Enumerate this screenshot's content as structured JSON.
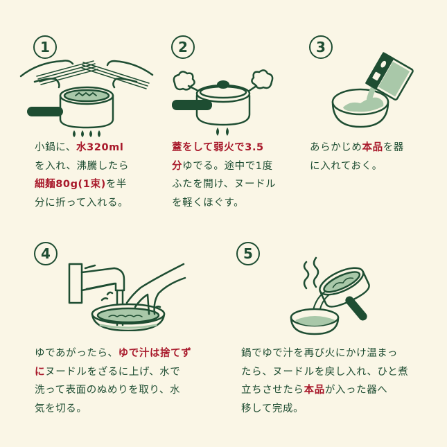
{
  "colors": {
    "background": "#faf6e6",
    "primary_green": "#1e4d32",
    "accent_red": "#a8182a",
    "light_green": "#a9c8a9"
  },
  "steps": [
    {
      "number": "1",
      "illustration": "hands-breaking-noodles-into-pot-on-flame",
      "lines": [
        [
          {
            "t": "小鍋に、",
            "h": false
          },
          {
            "t": "水320ml",
            "h": true
          }
        ],
        [
          {
            "t": "を入れ、沸騰したら",
            "h": false
          }
        ],
        [
          {
            "t": "細麺80g(1束)",
            "h": true
          },
          {
            "t": "を半",
            "h": false
          }
        ],
        [
          {
            "t": "分に折って入れる。",
            "h": false
          }
        ]
      ]
    },
    {
      "number": "2",
      "illustration": "covered-pot-steaming-on-low-flame",
      "lines": [
        [
          {
            "t": "蓋をして弱火で3.5",
            "h": true
          }
        ],
        [
          {
            "t": "分",
            "h": true
          },
          {
            "t": "ゆでる。途中で1度",
            "h": false
          }
        ],
        [
          {
            "t": "ふたを開け、ヌードル",
            "h": false
          }
        ],
        [
          {
            "t": "を軽くほぐす。",
            "h": false
          }
        ]
      ]
    },
    {
      "number": "3",
      "illustration": "pouring-packet-into-bowl",
      "lines": [
        [
          {
            "t": "あらかじめ",
            "h": false
          },
          {
            "t": "本品",
            "h": true
          },
          {
            "t": "を器",
            "h": false
          }
        ],
        [
          {
            "t": "に入れておく。",
            "h": false
          }
        ]
      ]
    },
    {
      "number": "4",
      "illustration": "rinsing-noodles-under-faucet-in-colander",
      "lines": [
        [
          {
            "t": "ゆであがったら、",
            "h": false
          },
          {
            "t": "ゆで汁は捨てず",
            "h": true
          }
        ],
        [
          {
            "t": "に",
            "h": true
          },
          {
            "t": "ヌードルをざるに上げ、水で",
            "h": false
          }
        ],
        [
          {
            "t": "洗って表面のぬめりを取り、水",
            "h": false
          }
        ],
        [
          {
            "t": "気を切る。",
            "h": false
          }
        ]
      ]
    },
    {
      "number": "5",
      "illustration": "pouring-pot-into-bowl-with-steam",
      "lines": [
        [
          {
            "t": "鍋でゆで汁を再び火にかけ温まっ",
            "h": false
          }
        ],
        [
          {
            "t": "たら、ヌードルを戻し入れ、ひと煮",
            "h": false
          }
        ],
        [
          {
            "t": "立ちさせたら",
            "h": false
          },
          {
            "t": "本品",
            "h": true
          },
          {
            "t": "が入った器へ",
            "h": false
          }
        ],
        [
          {
            "t": "移して完成。",
            "h": false
          }
        ]
      ]
    }
  ]
}
